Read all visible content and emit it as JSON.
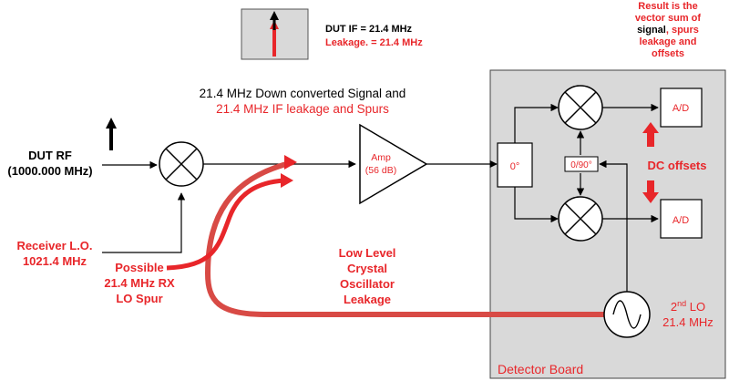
{
  "colors": {
    "signal": "#000000",
    "leakage": "#e8262a",
    "board_fill": "#d9d9d9",
    "legend_fill": "#d9d9d9"
  },
  "legend": {
    "dut_if": "DUT IF = 21.4 MHz",
    "leakage": "Leakage. = 21.4 MHz"
  },
  "result_note": {
    "line1": "Result is the",
    "line2": "vector sum of",
    "line3a": "signal",
    "line3b": ", spurs",
    "line4": "leakage and",
    "line5": "offsets"
  },
  "downconverted": {
    "line1": "21.4 MHz Down converted Signal and",
    "line2": "21.4 MHz IF leakage and Spurs"
  },
  "dut_rf": {
    "line1": "DUT RF",
    "line2": "(1000.000 MHz)"
  },
  "receiver_lo": {
    "line1": "Receiver L.O.",
    "line2": "1021.4 MHz"
  },
  "lo_spur": {
    "line1": "Possible",
    "line2": "21.4 MHz RX",
    "line3": "LO Spur"
  },
  "leakage_label": {
    "line1": "Low Level",
    "line2": "Crystal",
    "line3": "Oscillator",
    "line4": "Leakage"
  },
  "amp": {
    "line1": "Amp",
    "line2": "(56 dB)"
  },
  "splitter": {
    "label": "0°"
  },
  "phase_shifter": {
    "label": "0/90°"
  },
  "adc_top": {
    "label": "A/D"
  },
  "adc_bottom": {
    "label": "A/D"
  },
  "dc_offsets": "DC offsets",
  "second_lo": {
    "prefix": "2",
    "superscript": "nd",
    "suffix": " LO",
    "freq": "21.4 MHz"
  },
  "detector_board": "Detector Board"
}
